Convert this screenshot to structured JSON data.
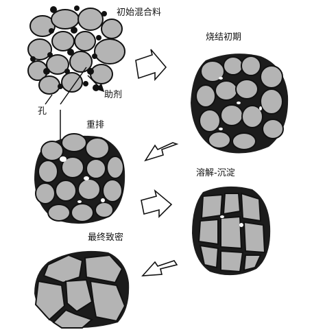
{
  "stages": [
    {
      "id": "initial",
      "label": "初始混合料"
    },
    {
      "id": "early",
      "label": "烧结初期"
    },
    {
      "id": "rearrange",
      "label": "重排"
    },
    {
      "id": "solution",
      "label": "溶解-沉淀"
    },
    {
      "id": "final",
      "label": "最终致密"
    }
  ],
  "annotations": {
    "pore": "孔",
    "additive": "助剂"
  },
  "colors": {
    "grain_fill": "#b4b4b4",
    "liquid_phase": "#111111",
    "arrow_fill": "#ffffff"
  }
}
